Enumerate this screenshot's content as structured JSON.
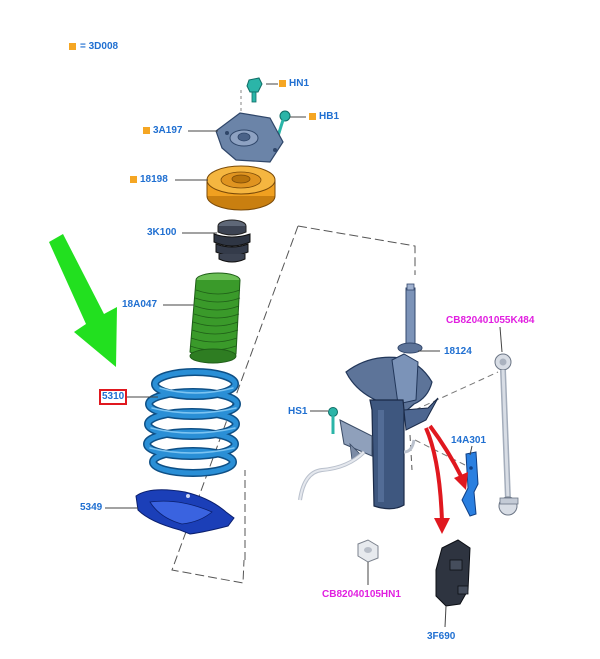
{
  "legend": {
    "marker_color": "#f5a623",
    "text": "= 3D008"
  },
  "labels": {
    "hn1": "HN1",
    "hb1": "HB1",
    "top_mount": "3A197",
    "bearing": "18198",
    "bump_stop": "3K100",
    "dust_boot": "18A047",
    "spring": "5310",
    "spring_seat": "5349",
    "strut": "18124",
    "hs1": "HS1",
    "stabilizer_link": "CB820401055K484",
    "bracket": "14A301",
    "nut": "CB82040105HN1",
    "sensor": "3F690"
  },
  "colors": {
    "label_blue": "#1f6fd1",
    "label_pink": "#e11fe0",
    "highlight_red": "#e0181f",
    "arrow_green": "#22e01f",
    "arrow_red": "#e0181f",
    "spring_blue": "#2a8fd6",
    "boot_green": "#3a9a2a",
    "bearing_orange": "#f0a020"
  }
}
